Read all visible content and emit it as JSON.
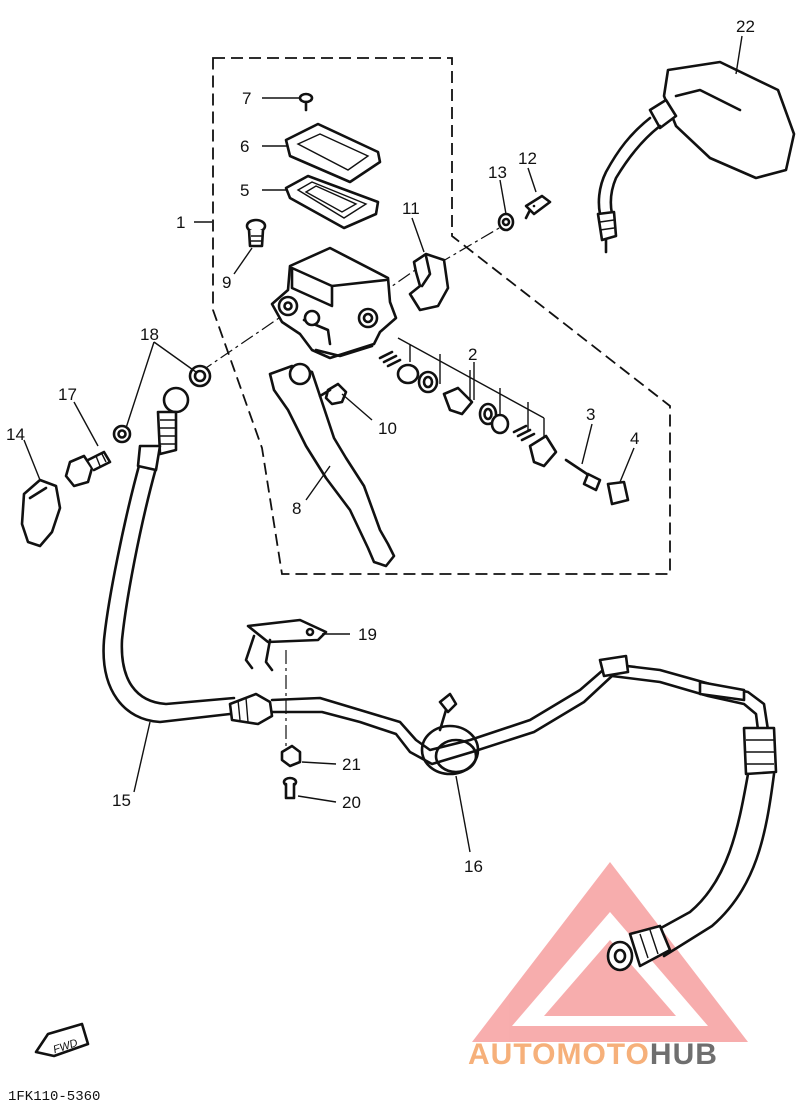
{
  "diagram": {
    "callouts": [
      {
        "id": "1",
        "text": "1"
      },
      {
        "id": "2",
        "text": "2"
      },
      {
        "id": "3",
        "text": "3"
      },
      {
        "id": "4",
        "text": "4"
      },
      {
        "id": "5",
        "text": "5"
      },
      {
        "id": "6",
        "text": "6"
      },
      {
        "id": "7",
        "text": "7"
      },
      {
        "id": "8",
        "text": "8"
      },
      {
        "id": "9",
        "text": "9"
      },
      {
        "id": "10",
        "text": "10"
      },
      {
        "id": "11",
        "text": "11"
      },
      {
        "id": "12",
        "text": "12"
      },
      {
        "id": "13",
        "text": "13"
      },
      {
        "id": "14",
        "text": "14"
      },
      {
        "id": "15",
        "text": "15"
      },
      {
        "id": "16",
        "text": "16"
      },
      {
        "id": "17",
        "text": "17"
      },
      {
        "id": "18",
        "text": "18"
      },
      {
        "id": "19",
        "text": "19"
      },
      {
        "id": "20",
        "text": "20"
      },
      {
        "id": "21",
        "text": "21"
      },
      {
        "id": "22",
        "text": "22"
      }
    ],
    "direction_badge": "FWD",
    "drawing_code": "1FK110-5360"
  },
  "watermark": {
    "brand_part1": "AUTOMOTO",
    "brand_part2": "HUB",
    "colors": {
      "triangle": "#f26b6b",
      "part1": "#f6b07a",
      "part2": "#6f6f6f"
    }
  }
}
